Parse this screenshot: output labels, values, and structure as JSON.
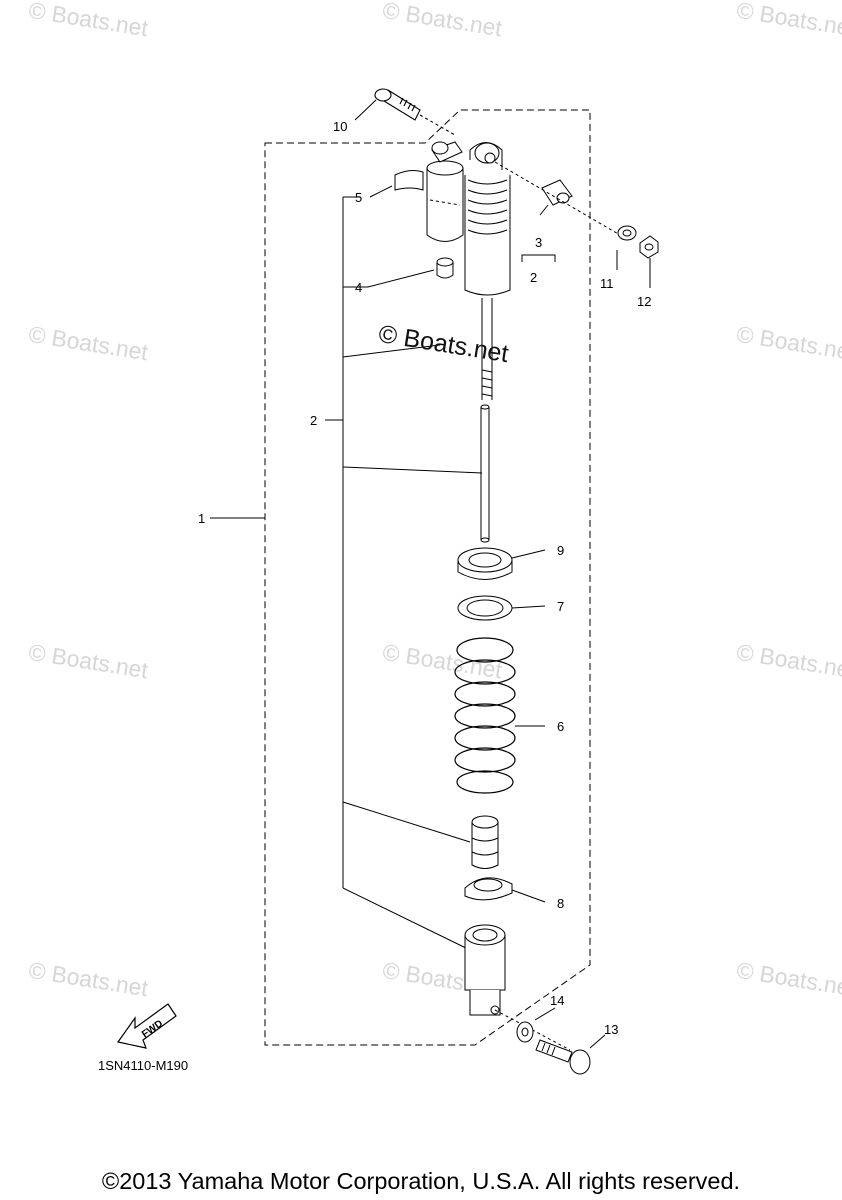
{
  "watermark": "© Boats.net",
  "diagram_code": "1SN4110-M190",
  "copyright": "©2013 Yamaha Motor Corporation, U.S.A. All rights reserved.",
  "fwd_label": "FWD",
  "callouts": {
    "c1": "1",
    "c2a": "2",
    "c2b": "2",
    "c3": "3",
    "c4": "4",
    "c5": "5",
    "c6": "6",
    "c7": "7",
    "c8": "8",
    "c9": "9",
    "c10": "10",
    "c11": "11",
    "c12": "12",
    "c13": "13",
    "c14": "14"
  }
}
